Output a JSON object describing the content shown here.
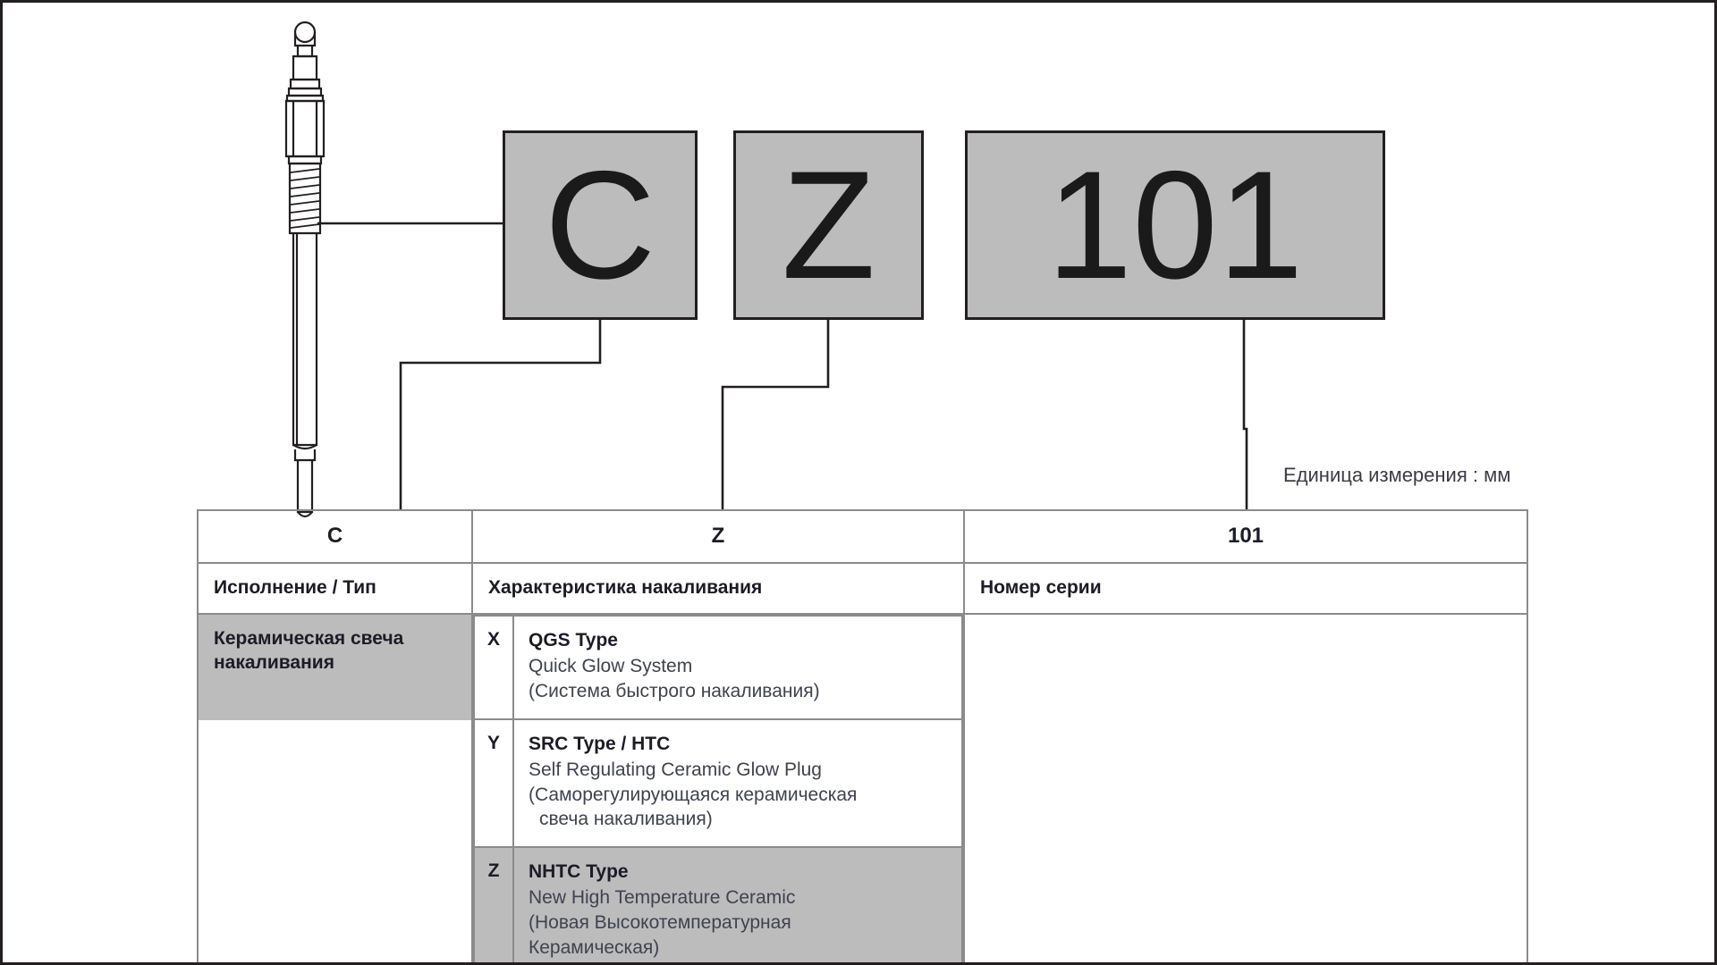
{
  "diagram": {
    "title_parts": [
      {
        "code": "C",
        "name": "code-box-c"
      },
      {
        "code": "Z",
        "name": "code-box-z"
      },
      {
        "code": "101",
        "name": "code-box-101"
      }
    ],
    "part_illustration": "ceramic-glow-plug-drawing",
    "unit_note": "Единица измерения : мм"
  },
  "table": {
    "code_row": {
      "c": "C",
      "z": "Z",
      "series": "101"
    },
    "header_row": {
      "col_a": "Исполнение / Тип",
      "col_b": "Характеристика накаливания",
      "col_c": "Номер серии"
    },
    "type_cell": {
      "label": "Керамическая свеча накаливания",
      "highlighted": true
    },
    "characteristics": [
      {
        "letter": "X",
        "title": "QGS Type",
        "sub_en": "Quick Glow System",
        "sub_ru": "(Система быстрого накаливания)",
        "sub_ru_2": "",
        "highlighted": false
      },
      {
        "letter": "Y",
        "title": "SRC Type / HTC",
        "sub_en": "Self Regulating Ceramic Glow Plug",
        "sub_ru": "(Саморегулирующаяся керамическая",
        "sub_ru_2": "свеча накаливания)",
        "highlighted": false
      },
      {
        "letter": "Z",
        "title": "NHTC Type",
        "sub_en": "New High Temperature Ceramic",
        "sub_ru": "(Новая Высокотемпературная",
        "sub_ru_2": "Керамическая)",
        "highlighted": true
      }
    ],
    "series_cell": ""
  },
  "colors": {
    "highlight_gray": "#bcbcbc",
    "line_dark": "#231f20",
    "border_gray": "#8b8b8b",
    "text_dark": "#1c1c28",
    "text_muted": "#3f4250"
  }
}
